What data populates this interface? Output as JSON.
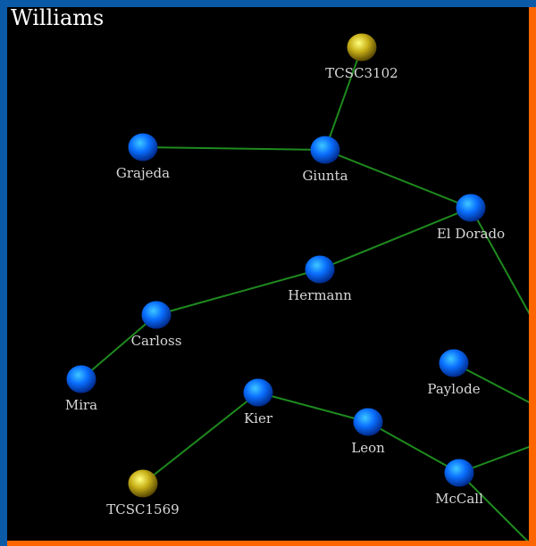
{
  "title": "Williams",
  "colors": {
    "edge": "#1e8a1e",
    "node_blue": "#0a6fff",
    "node_yellow": "#d8c020",
    "border_left": "#0a5aa8",
    "border_right": "#ff6600"
  },
  "nodes": [
    {
      "id": "TCSC3102",
      "label": "TCSC3102",
      "type": "yellow"
    },
    {
      "id": "Grajeda",
      "label": "Grajeda",
      "type": "blue"
    },
    {
      "id": "Giunta",
      "label": "Giunta",
      "type": "blue"
    },
    {
      "id": "El Dorado",
      "label": "El Dorado",
      "type": "blue"
    },
    {
      "id": "Hermann",
      "label": "Hermann",
      "type": "blue"
    },
    {
      "id": "Carloss",
      "label": "Carloss",
      "type": "blue"
    },
    {
      "id": "Mira",
      "label": "Mira",
      "type": "blue"
    },
    {
      "id": "Kier",
      "label": "Kier",
      "type": "blue"
    },
    {
      "id": "Leon",
      "label": "Leon",
      "type": "blue"
    },
    {
      "id": "Paylode",
      "label": "Paylode",
      "type": "blue"
    },
    {
      "id": "McCall",
      "label": "McCall",
      "type": "blue"
    },
    {
      "id": "TCSC1569",
      "label": "TCSC1569",
      "type": "yellow"
    }
  ],
  "edges": [
    [
      "TCSC3102",
      "Giunta"
    ],
    [
      "Grajeda",
      "Giunta"
    ],
    [
      "Giunta",
      "El Dorado"
    ],
    [
      "El Dorado",
      "Hermann"
    ],
    [
      "Hermann",
      "Carloss"
    ],
    [
      "Carloss",
      "Mira"
    ],
    [
      "TCSC1569",
      "Kier"
    ],
    [
      "Kier",
      "Leon"
    ],
    [
      "Leon",
      "McCall"
    ],
    [
      "El Dorado",
      "offscreen-right-1"
    ],
    [
      "Paylode",
      "offscreen-right-2"
    ],
    [
      "McCall",
      "offscreen-right-3"
    ],
    [
      "McCall",
      "offscreen-bottom-right"
    ]
  ]
}
